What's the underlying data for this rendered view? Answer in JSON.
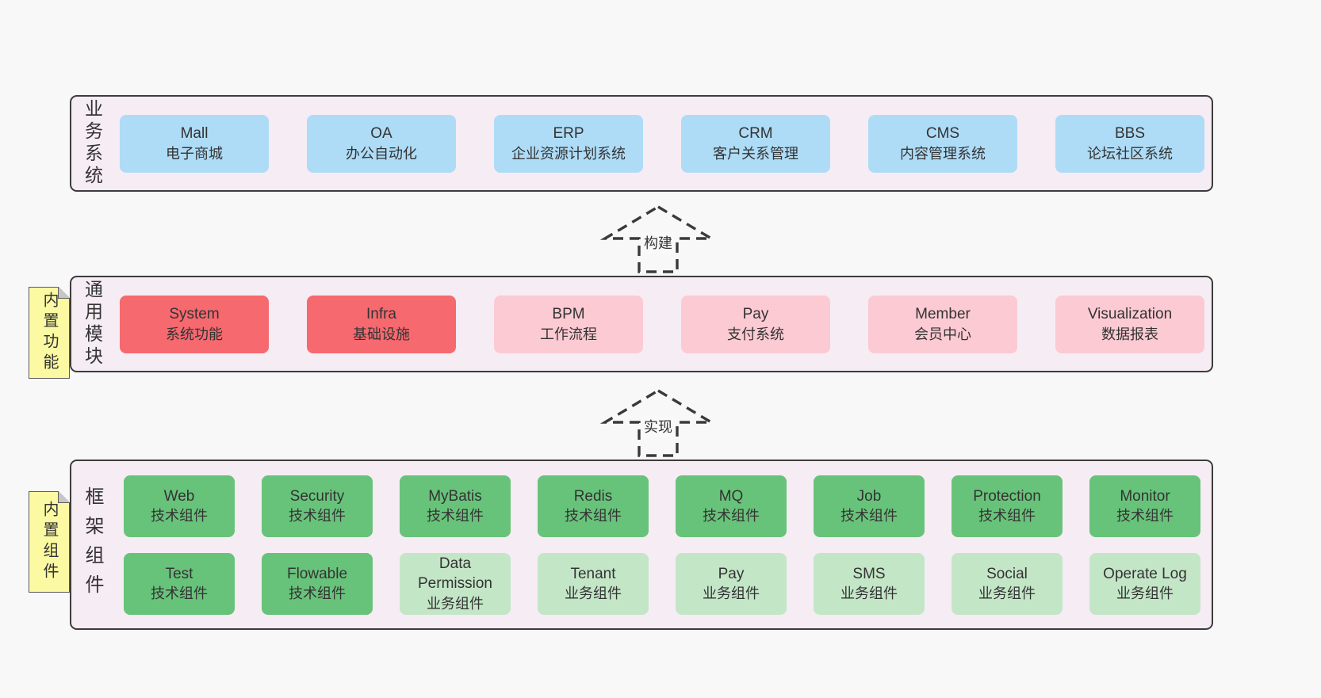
{
  "colors": {
    "page_background": "#f8f8f8",
    "layer_background": "#f6ecf4",
    "layer_border": "#3c3c3c",
    "blue_box": "#aedcf7",
    "red_box": "#f5696f",
    "pink_box": "#fccad3",
    "green_box": "#68c37a",
    "light_green_box": "#c3e6c7",
    "sticky_yellow": "#fbfaa3",
    "text": "#333333"
  },
  "layer1": {
    "label": "业务系统",
    "boxes": [
      {
        "name": "Mall",
        "desc": "电子商城"
      },
      {
        "name": "OA",
        "desc": "办公自动化"
      },
      {
        "name": "ERP",
        "desc": "企业资源计划系统"
      },
      {
        "name": "CRM",
        "desc": "客户关系管理"
      },
      {
        "name": "CMS",
        "desc": "内容管理系统"
      },
      {
        "name": "BBS",
        "desc": "论坛社区系统"
      }
    ]
  },
  "arrow1": {
    "label": "构建"
  },
  "layer2": {
    "label": "通用模块",
    "sticky": "内置功能",
    "boxes": [
      {
        "name": "System",
        "desc": "系统功能"
      },
      {
        "name": "Infra",
        "desc": "基础设施"
      },
      {
        "name": "BPM",
        "desc": "工作流程"
      },
      {
        "name": "Pay",
        "desc": "支付系统"
      },
      {
        "name": "Member",
        "desc": "会员中心"
      },
      {
        "name": "Visualization",
        "desc": "数据报表"
      }
    ]
  },
  "arrow2": {
    "label": "实现"
  },
  "layer3": {
    "label": "框架组件",
    "sticky": "内置组件",
    "row1": [
      {
        "name": "Web",
        "desc": "技术组件"
      },
      {
        "name": "Security",
        "desc": "技术组件"
      },
      {
        "name": "MyBatis",
        "desc": "技术组件"
      },
      {
        "name": "Redis",
        "desc": "技术组件"
      },
      {
        "name": "MQ",
        "desc": "技术组件"
      },
      {
        "name": "Job",
        "desc": "技术组件"
      },
      {
        "name": "Protection",
        "desc": "技术组件"
      },
      {
        "name": "Monitor",
        "desc": "技术组件"
      }
    ],
    "row2": [
      {
        "name": "Test",
        "desc": "技术组件"
      },
      {
        "name": "Flowable",
        "desc": "技术组件"
      },
      {
        "name": "Data Permission",
        "desc": "业务组件"
      },
      {
        "name": "Tenant",
        "desc": "业务组件"
      },
      {
        "name": "Pay",
        "desc": "业务组件"
      },
      {
        "name": "SMS",
        "desc": "业务组件"
      },
      {
        "name": "Social",
        "desc": "业务组件"
      },
      {
        "name": "Operate Log",
        "desc": "业务组件"
      }
    ]
  }
}
